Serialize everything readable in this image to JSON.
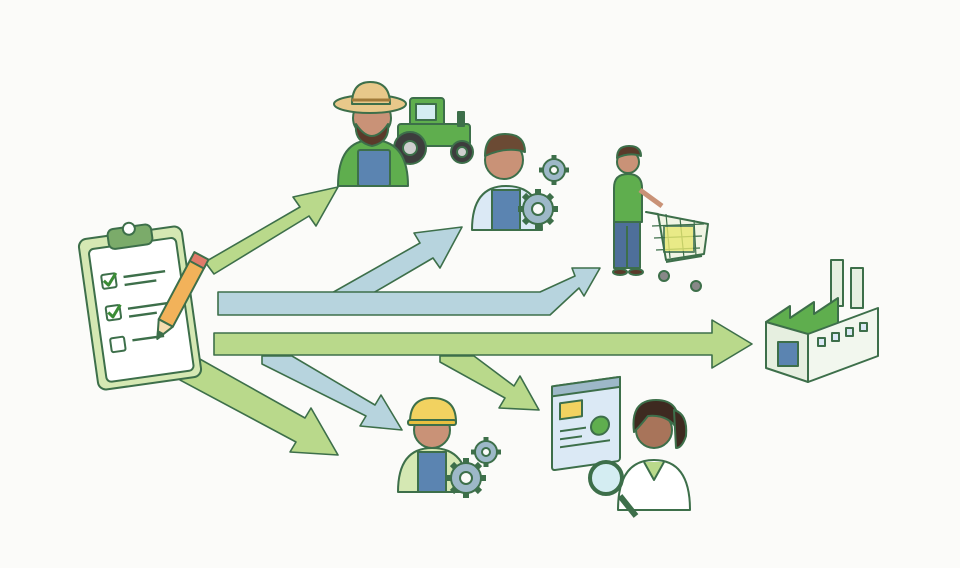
{
  "diagram": {
    "type": "flow-diagram",
    "source": {
      "icon": "clipboard-checklist-icon",
      "checked_items": 2,
      "total_items": 3
    },
    "targets": [
      {
        "id": "farmer",
        "icon": "farmer-tractor-icon"
      },
      {
        "id": "technician",
        "icon": "worker-gears-icon"
      },
      {
        "id": "shopper",
        "icon": "shopping-cart-icon"
      },
      {
        "id": "factory",
        "icon": "factory-icon"
      },
      {
        "id": "engineer",
        "icon": "hardhat-worker-gears-icon"
      },
      {
        "id": "analyst",
        "icon": "analyst-magnifier-icon"
      }
    ],
    "colors": {
      "green_arrow": "#b9d98b",
      "blue_arrow": "#b7d4de",
      "stroke": "#3d6f4a",
      "accent_green": "#5fae4e",
      "background": "#fbfbf9"
    }
  }
}
